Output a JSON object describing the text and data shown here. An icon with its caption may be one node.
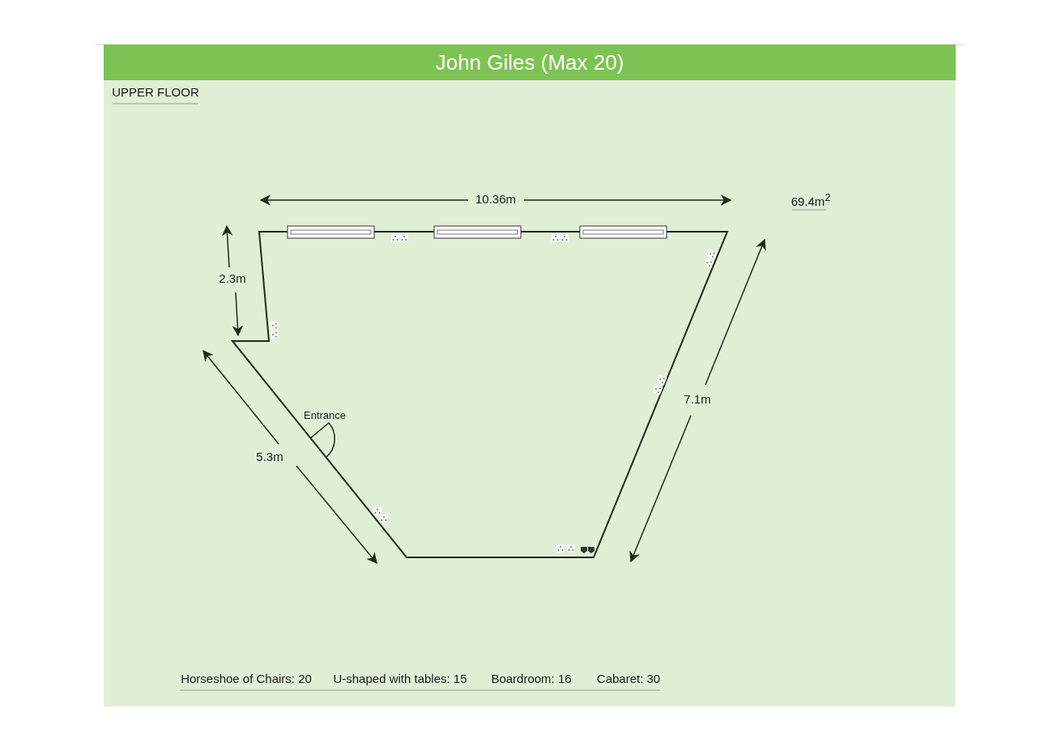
{
  "diagram": {
    "title": "John Giles (Max 20)",
    "labels": [
      "UPPER FLOOR",
      "10.36m",
      "69.4m$^{2}$",
      "2.3m",
      "Entrance",
      "5.3m",
      "7.1m",
      "Horseshoe of Chairs: 20",
      "U-shaped with tables: 15",
      "Boardroom: 16",
      "Cabaret: 30"
    ]
  }
}
